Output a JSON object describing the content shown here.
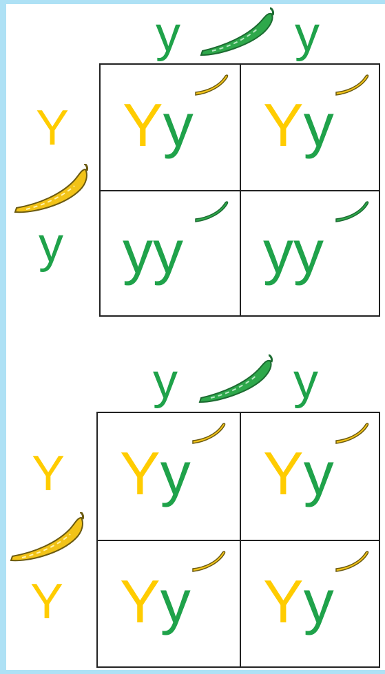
{
  "colors": {
    "dominant": "#ffcc00",
    "recessive": "#1fa24a",
    "yellow_pod": "#f2c318",
    "green_pod": "#2ea84b",
    "frame": "#aee1f5"
  },
  "squares": [
    {
      "top_parent": {
        "pod": "green-pea-pod-icon",
        "alleles": [
          "y",
          "y"
        ]
      },
      "left_parent": {
        "pod": "yellow-pea-pod-icon",
        "alleles": [
          "Y",
          "y"
        ]
      },
      "cells": [
        {
          "a1": "Y",
          "a2": "y",
          "pod": "yellow-pea-pod-icon"
        },
        {
          "a1": "Y",
          "a2": "y",
          "pod": "yellow-pea-pod-icon"
        },
        {
          "a1": "y",
          "a2": "y",
          "pod": "green-pea-pod-icon"
        },
        {
          "a1": "y",
          "a2": "y",
          "pod": "green-pea-pod-icon"
        }
      ]
    },
    {
      "top_parent": {
        "pod": "green-pea-pod-icon",
        "alleles": [
          "y",
          "y"
        ]
      },
      "left_parent": {
        "pod": "yellow-pea-pod-icon",
        "alleles": [
          "Y",
          "Y"
        ]
      },
      "cells": [
        {
          "a1": "Y",
          "a2": "y",
          "pod": "yellow-pea-pod-icon"
        },
        {
          "a1": "Y",
          "a2": "y",
          "pod": "yellow-pea-pod-icon"
        },
        {
          "a1": "Y",
          "a2": "y",
          "pod": "yellow-pea-pod-icon"
        },
        {
          "a1": "Y",
          "a2": "y",
          "pod": "yellow-pea-pod-icon"
        }
      ]
    }
  ]
}
